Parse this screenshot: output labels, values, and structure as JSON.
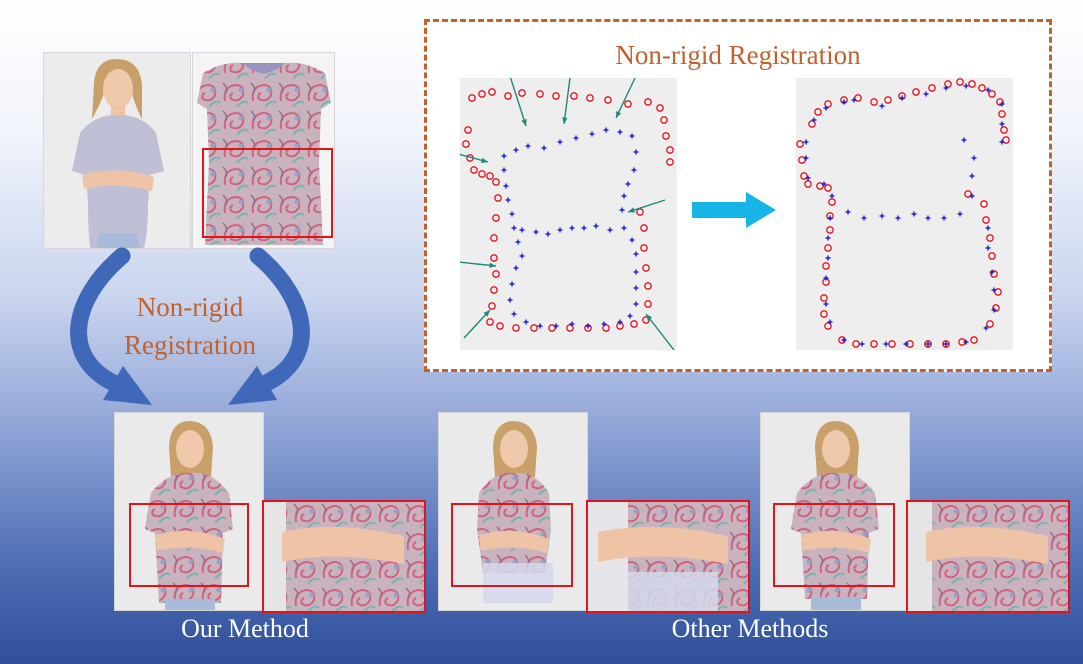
{
  "colors": {
    "orange": "#c0622d",
    "red_box": "#e0151c",
    "blue_arrow": "#3f68b8",
    "cyan_arrow": "#17b4e6",
    "teal_arrow": "#1d8a7f",
    "red_points": "#e0151c",
    "blue_points": "#1b1bd6"
  },
  "left_label": {
    "line1": "Non-rigid",
    "line2": "Registration"
  },
  "registration_panel": {
    "title": "Non-rigid Registration"
  },
  "captions": {
    "ours": "Our Method",
    "others": "Other Methods"
  }
}
